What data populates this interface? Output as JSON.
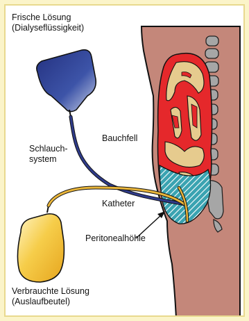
{
  "labels": {
    "fresh_solution": [
      "Frische Lösung",
      "(Dialyseflüssigkeit)"
    ],
    "tube_system": [
      "Schlauch-",
      "system"
    ],
    "peritoneum": "Bauchfell",
    "catheter": "Katheter",
    "peritoneal_cavity": "Peritonealhöhle",
    "used_solution": [
      "Verbrauchte Lösung",
      "(Auslaufbeutel)"
    ]
  },
  "colors": {
    "page_background": "#fbf4c9",
    "skin": "#c4877a",
    "peritoneum_red": "#e5282b",
    "intestine_tan": "#e6cb8e",
    "cavity_teal": "#3aa3b1",
    "spine_gray": "#a6a6a6",
    "fresh_bag_blue": "#2b3a8c",
    "used_bag_yellow": "#f4c534",
    "tube_blue": "#2f3b8a",
    "tube_yellow": "#e9b53a"
  }
}
